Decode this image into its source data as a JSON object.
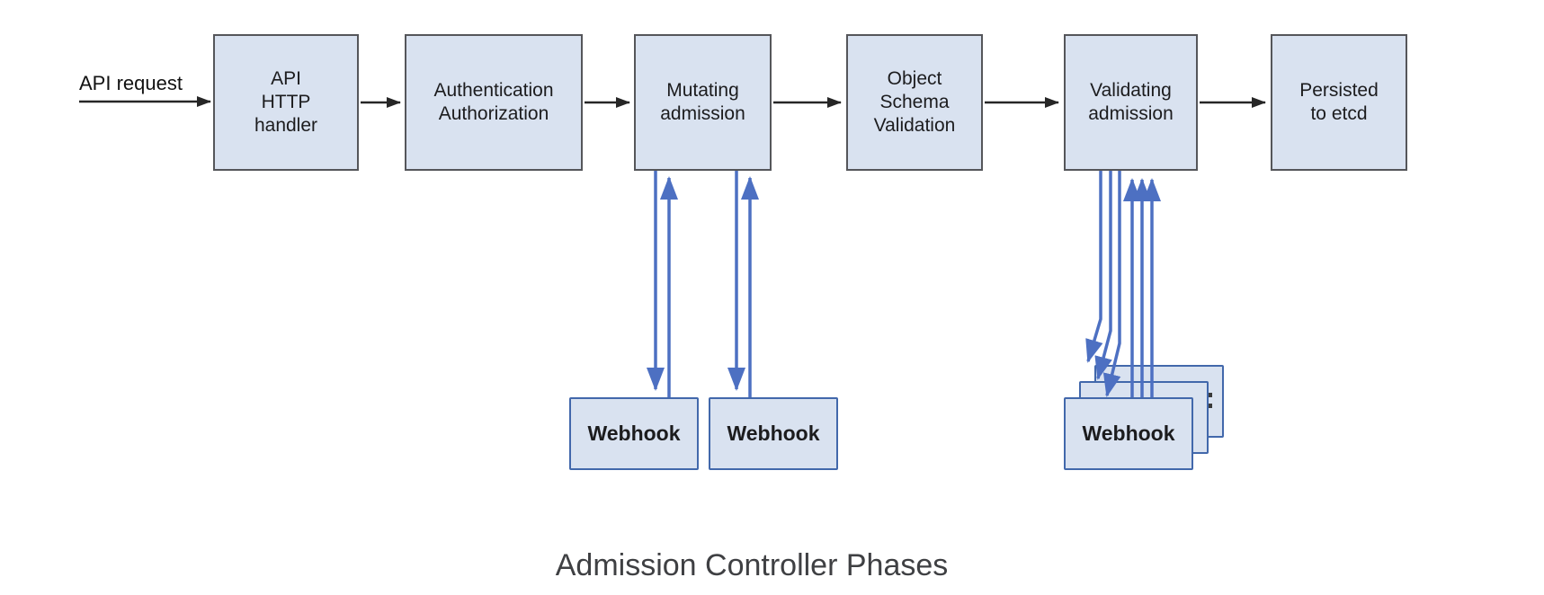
{
  "caption": "Admission Controller Phases",
  "flow_label": "API request",
  "phases": [
    {
      "name": "api-http-handler",
      "lines": [
        "API",
        "HTTP",
        "handler"
      ]
    },
    {
      "name": "authentication-authorization",
      "lines": [
        "Authentication",
        "Authorization"
      ]
    },
    {
      "name": "mutating-admission",
      "lines": [
        "Mutating",
        "admission"
      ]
    },
    {
      "name": "object-schema-validation",
      "lines": [
        "Object",
        "Schema",
        "Validation"
      ]
    },
    {
      "name": "validating-admission",
      "lines": [
        "Validating",
        "admission"
      ]
    },
    {
      "name": "persisted-to-etcd",
      "lines": [
        "Persisted",
        "to etcd"
      ]
    }
  ],
  "webhooks": {
    "mutating": [
      "Webhook",
      "Webhook"
    ],
    "validating": {
      "label": "Webhook",
      "stack_count": 3
    }
  },
  "colors": {
    "box_fill": "#d9e2f0",
    "box_border": "#55565a",
    "webhook_border": "#4268ab",
    "arrow_blue": "#4d70c2",
    "arrow_black": "#262626",
    "caption_text": "#3f4043"
  }
}
